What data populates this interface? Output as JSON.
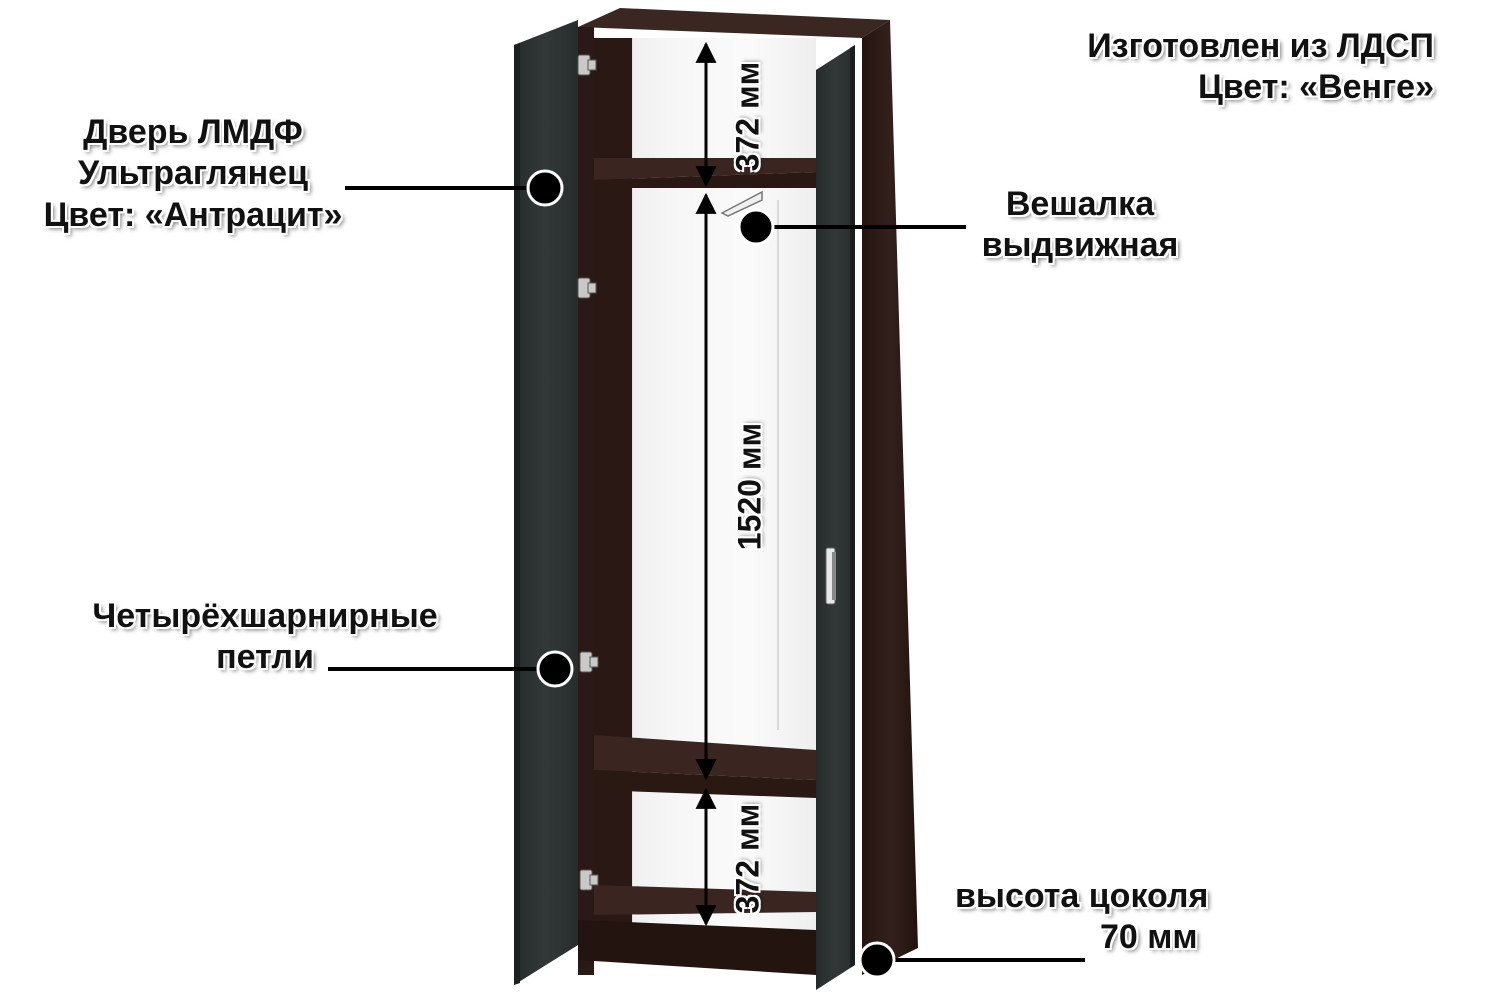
{
  "material_note": {
    "line1": "Изготовлен из ЛДСП",
    "line2": "Цвет:  «Венге»"
  },
  "door_note": {
    "line1": "Дверь ЛМДФ",
    "line2": "Ультраглянец",
    "line3": "Цвет: «Антрацит»"
  },
  "hanger_note": {
    "line1": "Вешалка",
    "line2": "выдвижная"
  },
  "hinges_note": {
    "line1": "Четырёхшарнирные",
    "line2": "петли"
  },
  "plinth_note": {
    "line1": "высота цоколя",
    "line2": "70 мм"
  },
  "dimensions": {
    "top": "372 мм",
    "middle": "1520 мм",
    "bottom": "372 мм"
  },
  "colors": {
    "body": "#2a1a18",
    "door": "#2e3333",
    "interior": "#f2f2f2",
    "marker": "#000000"
  }
}
